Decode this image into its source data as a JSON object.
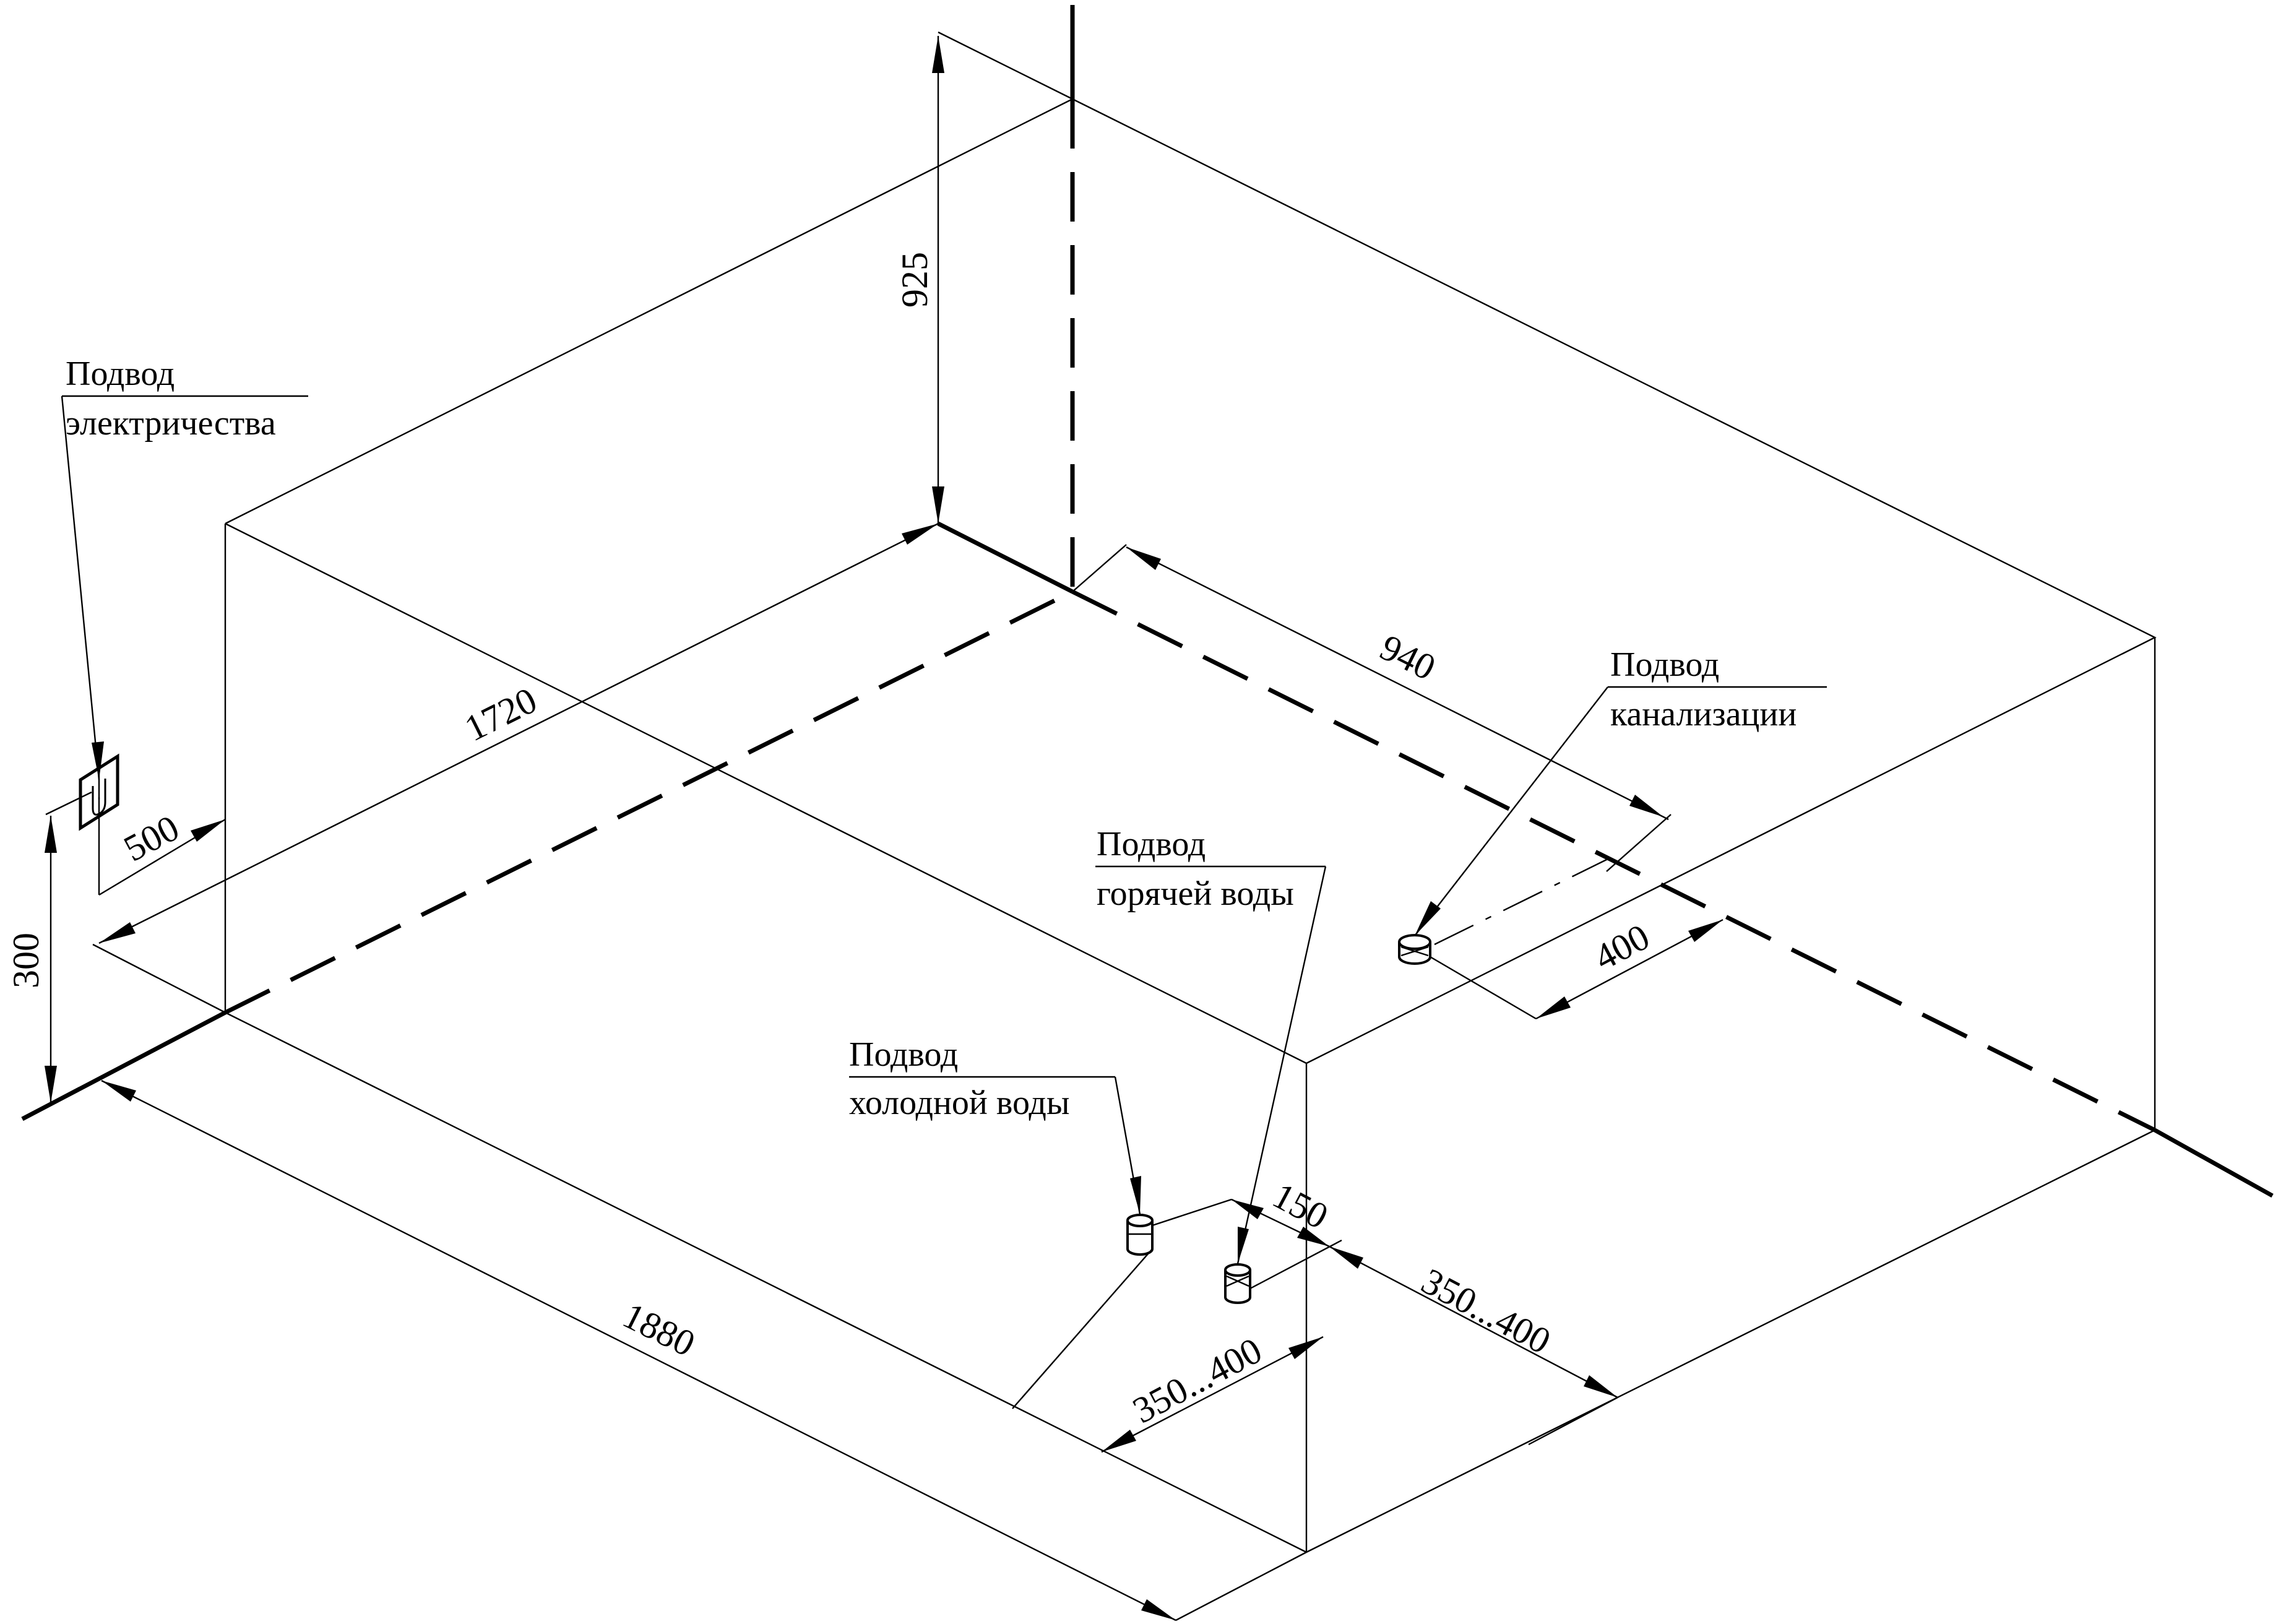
{
  "dimensions": {
    "height": "925",
    "width_left": "1720",
    "electric_offset": "500",
    "electric_height": "300",
    "depth": "940",
    "drain_offset": "400",
    "length": "1880",
    "pipe_spacing": "150",
    "hot_range": "350...400",
    "cold_range": "350...400"
  },
  "labels": {
    "electric": {
      "line1": "Подвод",
      "line2": "электричества"
    },
    "drain": {
      "line1": "Подвод",
      "line2": "канализации"
    },
    "hot_water": {
      "line1": "Подвод",
      "line2": "горячей воды"
    },
    "cold_water": {
      "line1": "Подвод",
      "line2": "холодной воды"
    }
  }
}
